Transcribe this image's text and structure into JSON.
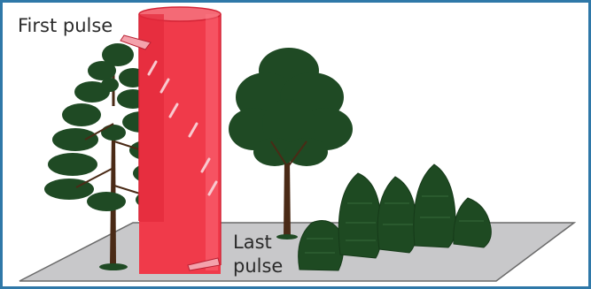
{
  "labels": {
    "first_pulse": "First pulse",
    "last_pulse_line1": "Last",
    "last_pulse_line2": "pulse"
  },
  "icons": {
    "beam": "laser-beam-cylinder",
    "conifer": "pine-tree-icon",
    "deciduous": "broadleaf-tree-icon",
    "shrubs": "shrub-row-icon",
    "ground": "ground-plane"
  },
  "colors": {
    "border": "#2f78a8",
    "beam": "#f03a4a",
    "beam_edge": "#d42436",
    "foliage": "#1f4a24",
    "trunk": "#4a2a16",
    "ground": "#c8c8ca"
  }
}
